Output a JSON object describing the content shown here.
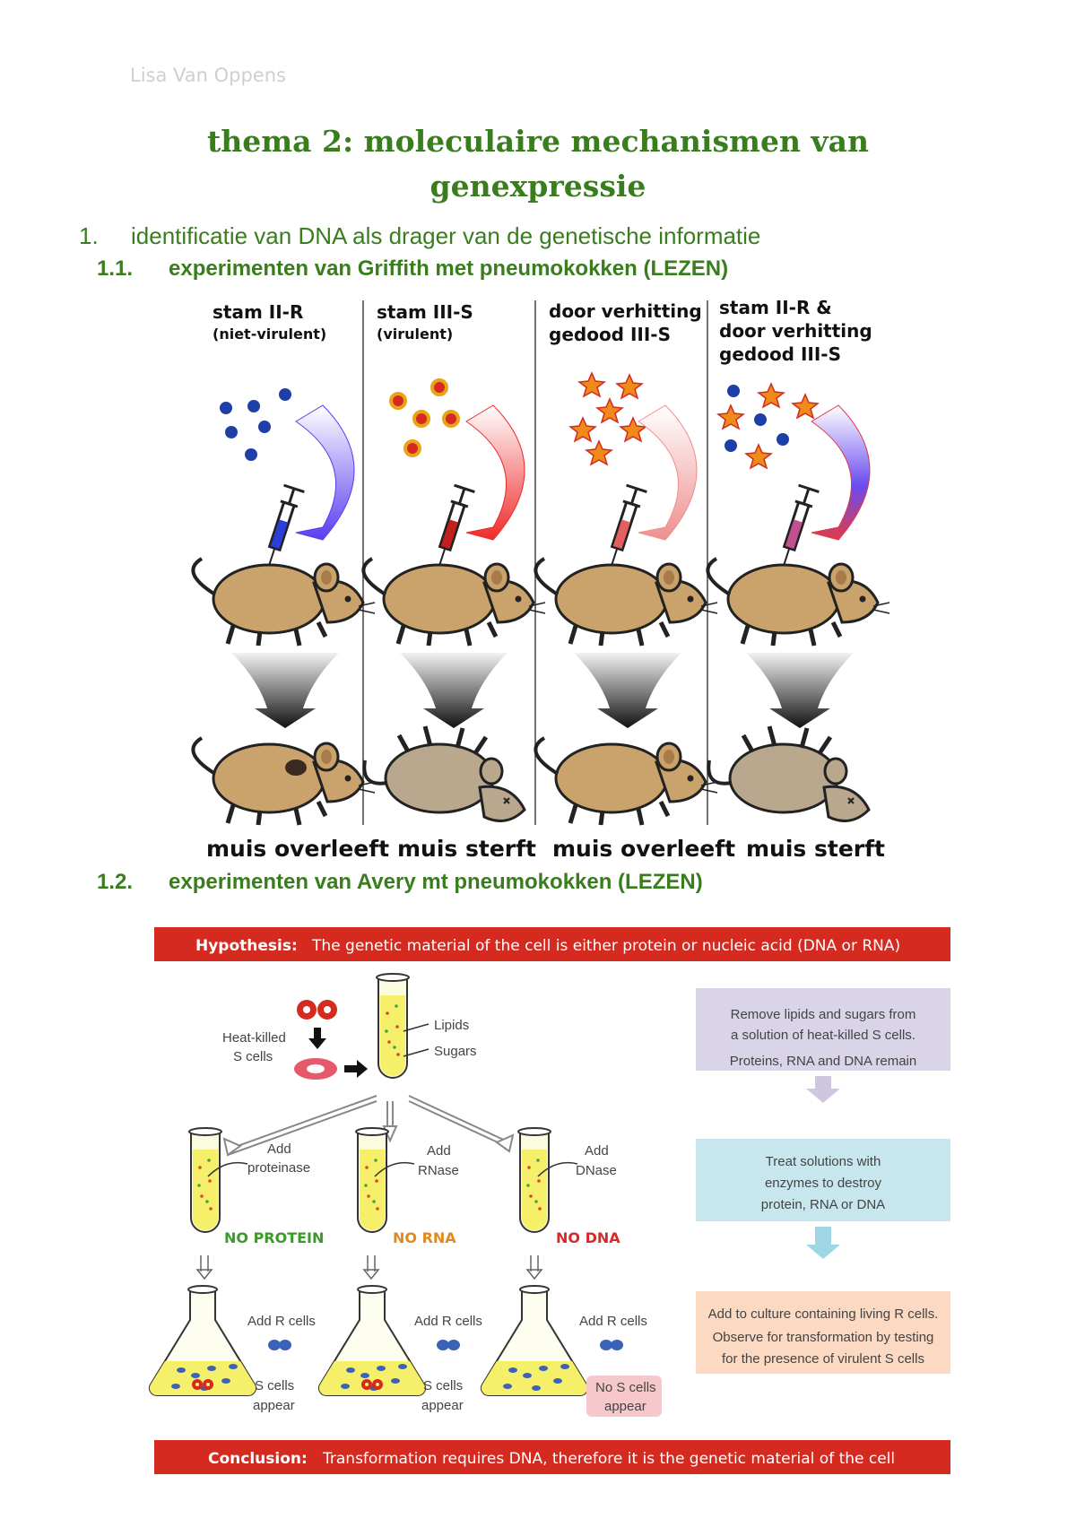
{
  "document": {
    "author": "Lisa Van Oppens",
    "title_line1": "thema 2: moleculaire mechanismen van",
    "title_line2": "genexpressie",
    "section1": {
      "number": "1.",
      "title": "identificatie van DNA als drager van de genetische informatie"
    },
    "section1_1": {
      "number": "1.1.",
      "title": "experimenten van Griffith met pneumokokken (LEZEN)"
    },
    "section1_2": {
      "number": "1.2.",
      "title": "experimenten van Avery mt pneumokokken (LEZEN)"
    }
  },
  "griffith": {
    "columns": [
      {
        "label": "stam II-R",
        "sublabel": "(niet-virulent)",
        "outcome": "muis overleeft"
      },
      {
        "label": "stam III-S",
        "sublabel": "(virulent)",
        "outcome": "muis sterft"
      },
      {
        "label_line1": "door verhitting",
        "label_line2": "gedood III-S",
        "outcome": "muis overleeft"
      },
      {
        "label_line1": "stam II-R &",
        "label_line2": "door verhitting",
        "label_line3": "gedood III-S",
        "outcome": "muis sterft"
      }
    ]
  },
  "avery": {
    "hypothesis_label": "Hypothesis:",
    "hypothesis_text": "The genetic material of the cell is either protein or nucleic acid (DNA or RNA)",
    "heat_killed": "Heat-killed",
    "s_cells": "S cells",
    "lipids": "Lipids",
    "sugars": "Sugars",
    "tubes": [
      {
        "add_line1": "Add",
        "add_line2": "proteinase",
        "result": "NO PROTEIN",
        "result_color": "#3a9a2a",
        "add_cells": "Add R cells",
        "outcome_line1": "S cells",
        "outcome_line2": "appear"
      },
      {
        "add_line1": "Add",
        "add_line2": "RNase",
        "result": "NO RNA",
        "result_color": "#e08a1e",
        "add_cells": "Add R cells",
        "outcome_line1": "S cells",
        "outcome_line2": "appear"
      },
      {
        "add_line1": "Add",
        "add_line2": "DNase",
        "result": "NO DNA",
        "result_color": "#d62a2a",
        "add_cells": "Add R cells",
        "outcome_line1": "No S cells",
        "outcome_line2": "appear"
      }
    ],
    "steps": [
      {
        "lines": [
          "Remove lipids and sugars from",
          "a solution of heat-killed S cells.",
          "Proteins, RNA and DNA remain"
        ],
        "color": "#d9d4e8"
      },
      {
        "lines": [
          "Treat solutions with",
          "enzymes to destroy",
          "protein, RNA or DNA"
        ],
        "color": "#c8e6ee"
      },
      {
        "lines": [
          "Add to culture containing living R cells.",
          "Observe for transformation by testing",
          "for the presence of virulent S cells"
        ],
        "color": "#fbd9c2"
      }
    ],
    "conclusion_label": "Conclusion:",
    "conclusion_text": "Transformation requires DNA, therefore it is the genetic material of the cell",
    "banner_color": "#d42a1f"
  }
}
